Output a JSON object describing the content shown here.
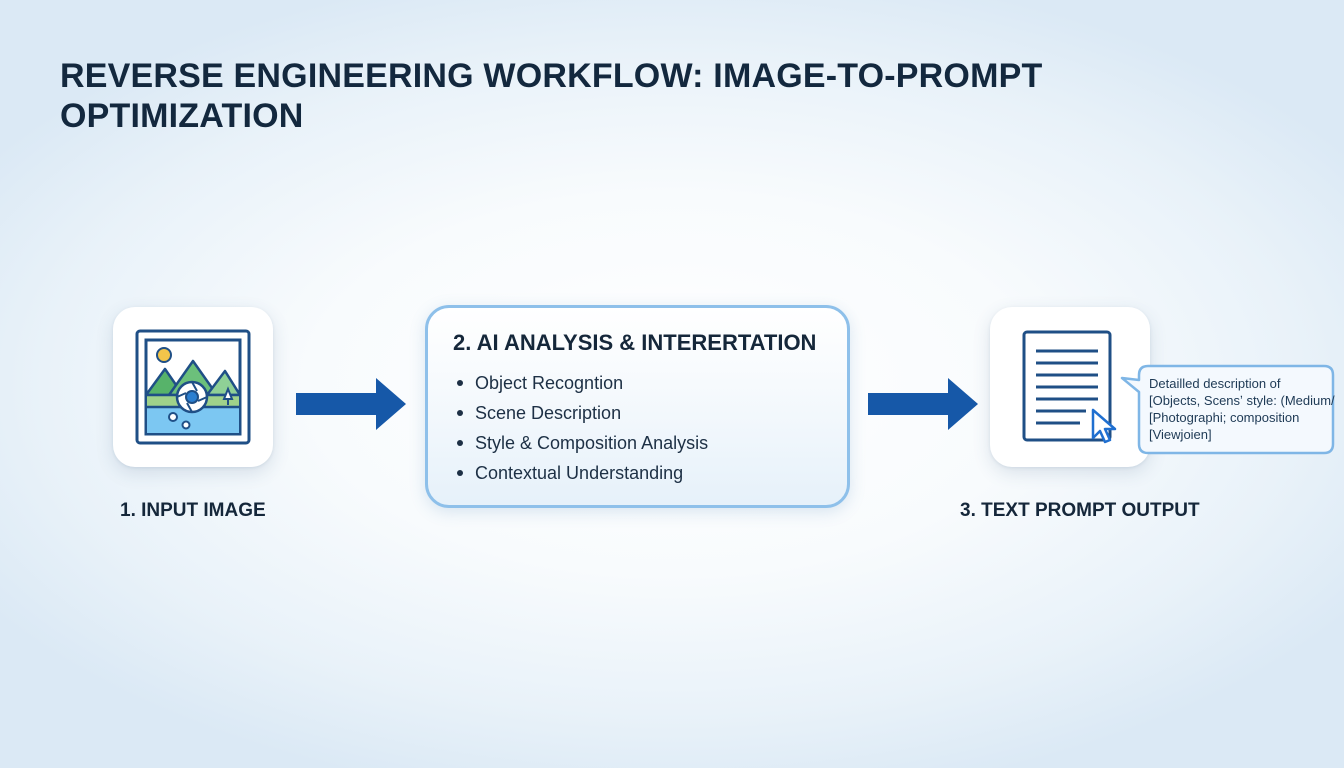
{
  "title": "REVERSE ENGINEERING WORKFLOW: IMAGE-TO-PROMPT OPTIMIZATION",
  "steps": [
    {
      "label": "1. INPUT IMAGE",
      "icon": "landscape-image-icon"
    },
    {
      "label": "2. AI ANALYSIS & INTERERTATION",
      "items": [
        "Object Recogntion",
        "Scene Description",
        "Style & Composition Analysis",
        "Contextual Understanding"
      ]
    },
    {
      "label": "3. TEXT PROMPT OUTPUT",
      "icon": "document-cursor-icon"
    }
  ],
  "output_bubble": {
    "lines": [
      "Detailled description of",
      "[Objects, Scensʼ style: (Medium/",
      "[Photographi; composition",
      "[Viewjoien]"
    ]
  },
  "colors": {
    "arrow": "#1658a8",
    "box_border": "#8ec0ea",
    "icon_stroke": "#1f4f86",
    "title": "#13283e"
  }
}
